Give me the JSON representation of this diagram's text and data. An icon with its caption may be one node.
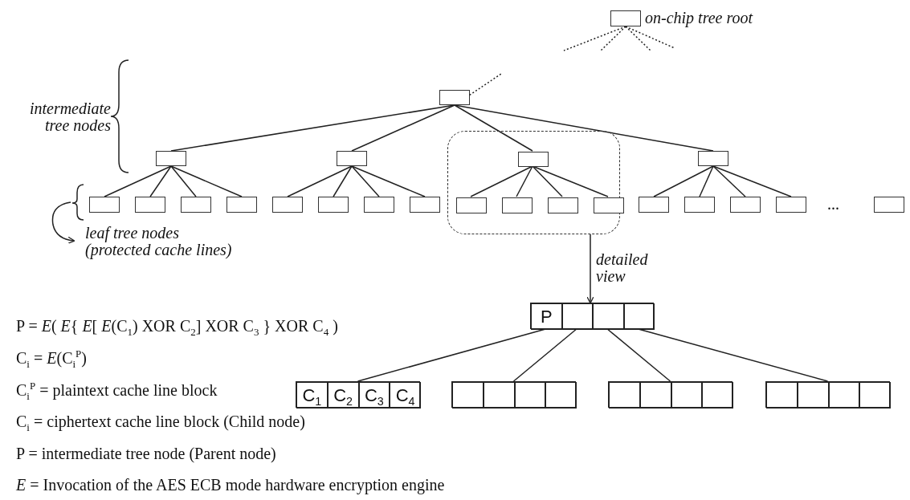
{
  "diagram": {
    "nodes": [
      {
        "text": [],
        "shape": "box",
        "beside": [
          "on-chip tree root"
        ]
      },
      {
        "text": [],
        "shape": "box"
      },
      {
        "text": [],
        "shape": "box"
      },
      {
        "text": [],
        "shape": "box"
      },
      {
        "text": [],
        "shape": "box"
      },
      {
        "text": [],
        "shape": "box",
        "in": 4
      },
      {
        "text": [],
        "shape": "box"
      },
      {
        "text": [],
        "shape": "box"
      },
      {
        "text": [],
        "shape": "box"
      },
      {
        "text": [],
        "shape": "box"
      },
      {
        "text": [],
        "shape": "box"
      },
      {
        "text": [],
        "shape": "box"
      },
      {
        "text": [],
        "shape": "box"
      },
      {
        "text": [],
        "shape": "box"
      },
      {
        "text": [],
        "shape": "box"
      },
      {
        "text": [],
        "shape": "box",
        "in": 4
      },
      {
        "text": [],
        "shape": "box",
        "in": 4
      },
      {
        "text": [],
        "shape": "box",
        "in": 4
      },
      {
        "text": [],
        "shape": "box",
        "in": 4
      },
      {
        "text": [],
        "shape": "box"
      },
      {
        "text": [],
        "shape": "box"
      },
      {
        "text": [],
        "shape": "box"
      },
      {
        "text": [],
        "shape": "box"
      },
      {
        "text": [],
        "shape": "box"
      },
      {
        "text": [],
        "shape": "box"
      },
      {
        "text": [
          "P"
        ],
        "in": 24
      },
      {
        "text": [],
        "shape": "box",
        "in": 24
      },
      {
        "text": [],
        "shape": "box",
        "in": 24
      },
      {
        "text": [],
        "shape": "box",
        "in": 24
      },
      {
        "text": [],
        "shape": "box"
      },
      {
        "text": [
          "C$_{1}$"
        ],
        "in": 29
      },
      {
        "text": [
          "C$_{2}$"
        ],
        "in": 29
      },
      {
        "text": [
          "C$_{3}$"
        ],
        "in": 29
      },
      {
        "text": [
          "C$_{4}$"
        ],
        "in": 29
      },
      {
        "text": [],
        "shape": "box"
      },
      {
        "text": [],
        "shape": "box",
        "in": 34
      },
      {
        "text": [],
        "shape": "box",
        "in": 34
      },
      {
        "text": [],
        "shape": "box",
        "in": 34
      },
      {
        "text": [],
        "shape": "box",
        "in": 34
      },
      {
        "text": [],
        "shape": "box"
      },
      {
        "text": [],
        "shape": "box",
        "in": 39
      },
      {
        "text": [],
        "shape": "box",
        "in": 39
      },
      {
        "text": [],
        "shape": "box",
        "in": 39
      },
      {
        "text": [],
        "shape": "box",
        "in": 39
      },
      {
        "text": [],
        "shape": "box"
      },
      {
        "text": [],
        "shape": "box",
        "in": 44
      },
      {
        "text": [],
        "shape": "box",
        "in": 44
      },
      {
        "text": [],
        "shape": "box",
        "in": 44
      },
      {
        "text": [],
        "shape": "box",
        "in": 44
      }
    ],
    "edges": [
      {
        "from": 0,
        "to": null,
        "arrow": "none",
        "style": "dashed"
      },
      {
        "from": 0,
        "to": null,
        "arrow": "none",
        "style": "dashed"
      },
      {
        "from": 0,
        "to": null,
        "arrow": "none",
        "style": "dashed"
      },
      {
        "from": 0,
        "to": null,
        "arrow": "none",
        "style": "dashed"
      },
      {
        "from": 1,
        "to": null,
        "arrow": "none",
        "style": "dashed"
      },
      {
        "from": 1,
        "to": 2,
        "arrow": "none"
      },
      {
        "from": 1,
        "to": 3,
        "arrow": "none"
      },
      {
        "from": 1,
        "to": 5,
        "arrow": "none"
      },
      {
        "from": 1,
        "to": 6,
        "arrow": "none"
      },
      {
        "from": 2,
        "to": 7,
        "arrow": "none"
      },
      {
        "from": 2,
        "to": 8,
        "arrow": "none"
      },
      {
        "from": 2,
        "to": 9,
        "arrow": "none"
      },
      {
        "from": 2,
        "to": 10,
        "arrow": "none"
      },
      {
        "from": 3,
        "to": 11,
        "arrow": "none"
      },
      {
        "from": 3,
        "to": 12,
        "arrow": "none"
      },
      {
        "from": 3,
        "to": 13,
        "arrow": "none"
      },
      {
        "from": 3,
        "to": 14,
        "arrow": "none"
      },
      {
        "from": 5,
        "to": 15,
        "arrow": "none"
      },
      {
        "from": 5,
        "to": 16,
        "arrow": "none"
      },
      {
        "from": 5,
        "to": 17,
        "arrow": "none"
      },
      {
        "from": 5,
        "to": 18,
        "arrow": "none"
      },
      {
        "from": 6,
        "to": 19,
        "arrow": "none"
      },
      {
        "from": 6,
        "to": 20,
        "arrow": "none"
      },
      {
        "from": 6,
        "to": 21,
        "arrow": "none"
      },
      {
        "from": 6,
        "to": 22,
        "arrow": "none"
      },
      {
        "from": 4,
        "to": 24,
        "arrow": "to",
        "label": "detailed view"
      },
      {
        "from": 25,
        "to": 29,
        "arrow": "none"
      },
      {
        "from": 26,
        "to": 34,
        "arrow": "none"
      },
      {
        "from": 27,
        "to": 39,
        "arrow": "none"
      },
      {
        "from": 28,
        "to": 44,
        "arrow": "none"
      }
    ],
    "labels": [
      "intermediate tree nodes",
      "...",
      "leaf tree nodes (protected cache lines)",
      "P = *E*( *E*{ *E*[ *E*(C$_{1}$) XOR C$_{2}$] XOR C$_{3}$ } XOR C$_{4}$ )",
      "C$_{i}$ = *E*(C$_{i}$$^{P}$)",
      "C$_{i}$$^{P}$ = plaintext cache line block",
      "C$_{i}$ = ciphertext cache line block (Child node)",
      "P = intermediate tree node (Parent node)",
      "*E* = Invocation of the AES ECB mode hardware encryption engine"
    ]
  }
}
